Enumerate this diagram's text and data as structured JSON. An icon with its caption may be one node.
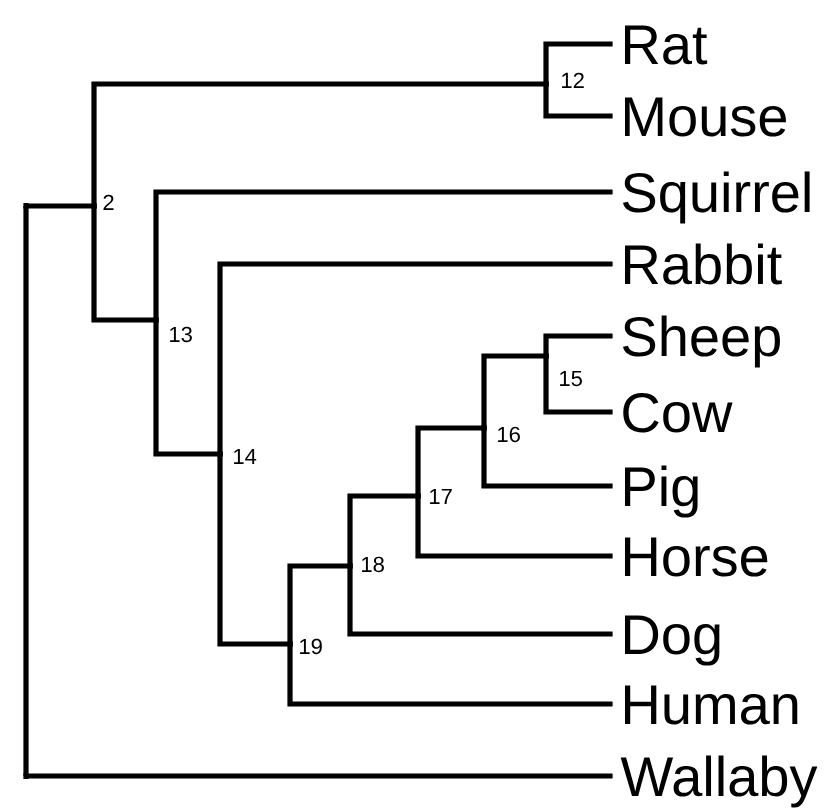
{
  "diagram": {
    "nodes": [
      {
        "text": [
          "Rat"
        ]
      },
      {
        "text": [
          "Mouse"
        ]
      },
      {
        "text": [
          "Squirrel"
        ]
      },
      {
        "text": [
          "Rabbit"
        ]
      },
      {
        "text": [
          "Sheep"
        ]
      },
      {
        "text": [
          "Cow"
        ]
      },
      {
        "text": [
          "Pig"
        ]
      },
      {
        "text": [
          "Horse"
        ]
      },
      {
        "text": [
          "Dog"
        ]
      },
      {
        "text": [
          "Human"
        ]
      },
      {
        "text": [
          "Wallaby"
        ]
      },
      {
        "text": [
          "12"
        ]
      },
      {
        "text": [
          "2"
        ]
      },
      {
        "text": [
          "13"
        ]
      },
      {
        "text": [
          "14"
        ]
      },
      {
        "text": [
          "15"
        ]
      },
      {
        "text": [
          "16"
        ]
      },
      {
        "text": [
          "17"
        ]
      },
      {
        "text": [
          "18"
        ]
      },
      {
        "text": [
          "19"
        ]
      },
      {
        "text": [],
        "shape": "bar"
      }
    ],
    "edges": [
      {
        "from": 20,
        "to": 12,
        "arrow": "none"
      },
      {
        "from": 20,
        "to": 10,
        "arrow": "none"
      },
      {
        "from": 12,
        "to": 11,
        "arrow": "none"
      },
      {
        "from": 12,
        "to": 13,
        "arrow": "none"
      },
      {
        "from": 11,
        "to": 0,
        "arrow": "none"
      },
      {
        "from": 11,
        "to": 1,
        "arrow": "none"
      },
      {
        "from": 13,
        "to": 2,
        "arrow": "none"
      },
      {
        "from": 13,
        "to": 14,
        "arrow": "none"
      },
      {
        "from": 14,
        "to": 3,
        "arrow": "none"
      },
      {
        "from": 14,
        "to": 19,
        "arrow": "none"
      },
      {
        "from": 19,
        "to": 18,
        "arrow": "none"
      },
      {
        "from": 19,
        "to": 9,
        "arrow": "none"
      },
      {
        "from": 18,
        "to": 17,
        "arrow": "none"
      },
      {
        "from": 18,
        "to": 8,
        "arrow": "none"
      },
      {
        "from": 17,
        "to": 16,
        "arrow": "none"
      },
      {
        "from": 17,
        "to": 7,
        "arrow": "none"
      },
      {
        "from": 16,
        "to": 15,
        "arrow": "none"
      },
      {
        "from": 16,
        "to": 6,
        "arrow": "none"
      },
      {
        "from": 15,
        "to": 4,
        "arrow": "none"
      },
      {
        "from": 15,
        "to": 5,
        "arrow": "none"
      }
    ]
  }
}
